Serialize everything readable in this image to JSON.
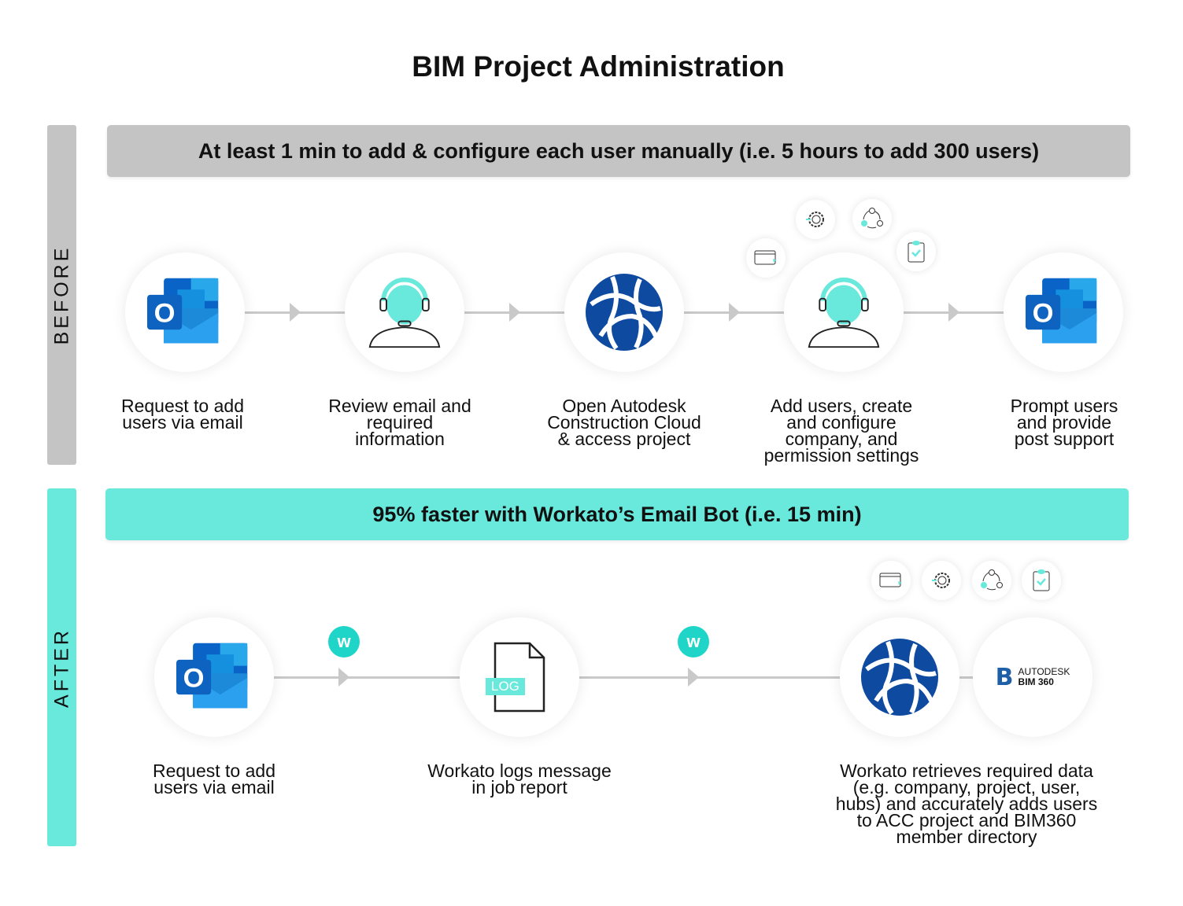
{
  "title": "BIM Project Administration",
  "before": {
    "label": "BEFORE",
    "banner": "At least 1 min to add & configure each user manually (i.e. 5 hours to add 300 users)",
    "steps": [
      {
        "icon": "outlook-icon",
        "caption": [
          "Request to add",
          "users via email"
        ]
      },
      {
        "icon": "headset-person-icon",
        "caption": [
          "Review email and",
          "required",
          "information"
        ]
      },
      {
        "icon": "autodesk-cloud-globe-icon",
        "caption": [
          "Open Autodesk",
          "Construction Cloud",
          "& access project"
        ]
      },
      {
        "icon": "headset-person-icon",
        "caption": [
          "Add users, create",
          "and configure",
          "company, and",
          "permission settings"
        ]
      },
      {
        "icon": "outlook-icon",
        "caption": [
          "Prompt users",
          "and provide",
          "post support"
        ]
      }
    ]
  },
  "after": {
    "label": "AFTER",
    "banner": "95% faster with Workato’s Email Bot (i.e. 15 min)",
    "steps": [
      {
        "icon": "outlook-icon",
        "caption": [
          "Request to add",
          "users via email"
        ]
      },
      {
        "icon": "log-file-icon",
        "badge": "LOG",
        "caption": [
          "Workato logs message",
          "in job report"
        ]
      },
      {
        "icon": "autodesk-cloud-globe-icon",
        "caption": [
          "Workato retrieves required data",
          "(e.g. company, project, user,",
          "hubs) and accurately adds users",
          "to ACC project and BIM360",
          "member directory"
        ]
      },
      {
        "icon": "autodesk-bim360-logo",
        "logo_text": [
          "AUTODESK",
          "BIM 360"
        ]
      }
    ]
  },
  "workato_badge": "w",
  "colors": {
    "gray": "#c4c4c4",
    "teal": "#69e8dc",
    "blue": "#1f5fa8"
  }
}
